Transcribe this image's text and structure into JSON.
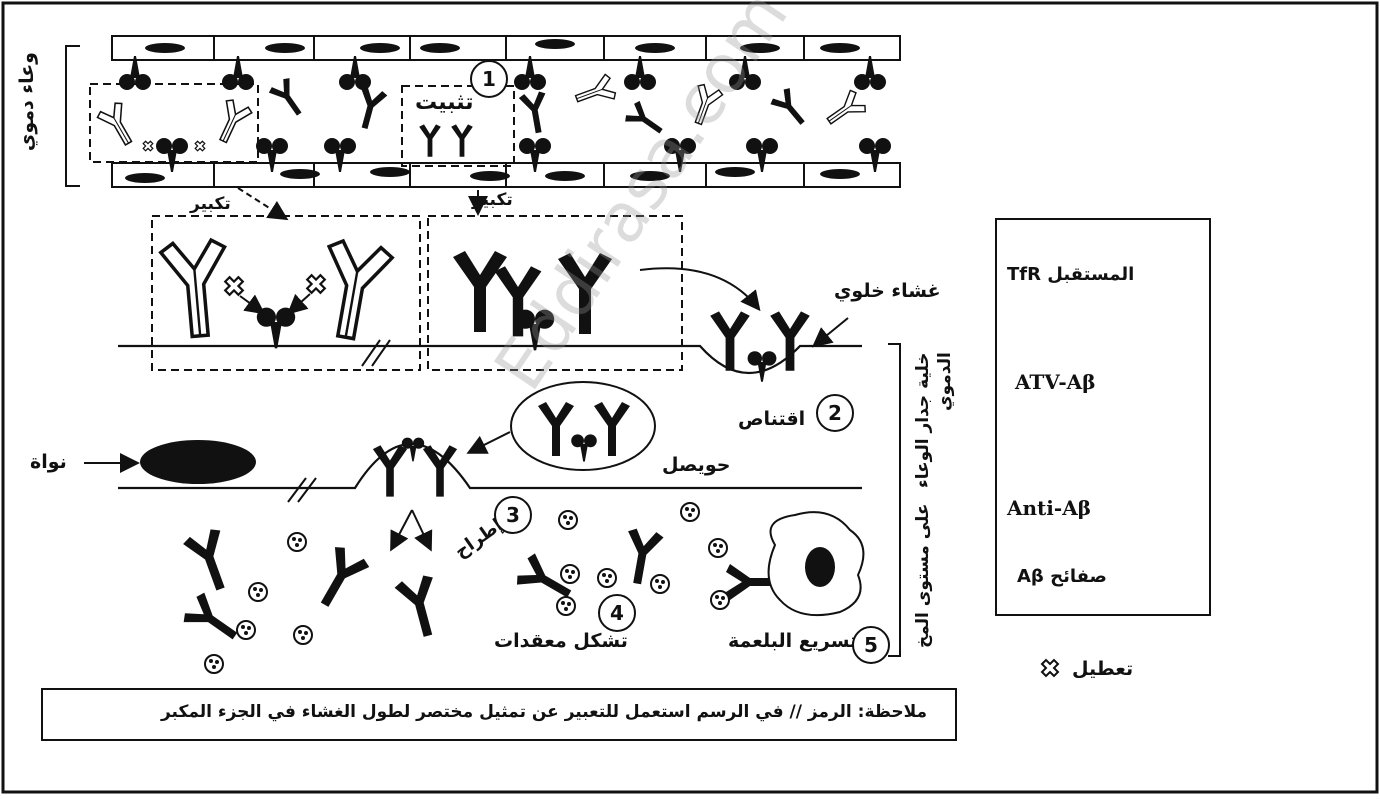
{
  "labels": {
    "vessel": "وعاء دموي",
    "fixation": "تثبيت",
    "zoom_left": "تكبير",
    "zoom_right": "تكبير",
    "cell_membrane": "غشاء خلوي",
    "capture": "اقتناص",
    "vesicle": "حويصل",
    "nucleus": "نواة",
    "release": "إطراح",
    "complex_formation": "تشكل معقدات",
    "phagocytosis": "تسريع البلعمة",
    "vessel_wall_cell": "خلية جدار الوعاء الدموي",
    "brain_level": "على مستوى المخ"
  },
  "steps": [
    "1",
    "2",
    "3",
    "4",
    "5"
  ],
  "legend": {
    "tfr": "المستقبل TfR",
    "atv": "ATV-Aβ",
    "anti": "Anti-Aβ",
    "plaques": "صفائح Aβ",
    "block": "تعطيل"
  },
  "note": "ملاحظة: الرمز // في الرسم استعمل للتعبير عن تمثيل مختصر لطول الغشاء في الجزء المكبر",
  "watermark": "Eddirasa.com",
  "colors": {
    "ink": "#111111",
    "paper": "#ffffff",
    "watermark": "#969696"
  }
}
